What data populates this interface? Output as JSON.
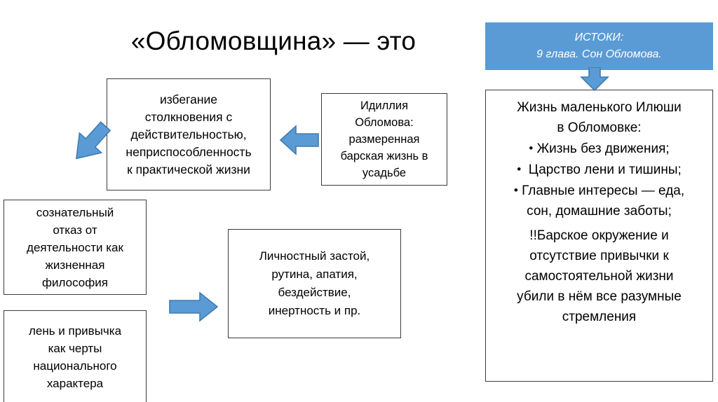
{
  "title": "«Обломовщина» — это",
  "colors": {
    "accent_blue": "#5B9BD5",
    "arrow_stroke": "#3E7CB1",
    "box_border": "#3b3b3b",
    "text": "#000000",
    "banner_text": "#ffffff"
  },
  "left_column": {
    "avoidance": "избегание\nстолкновения с\nдействительностью,\nнеприспособленность\nк практической жизни",
    "refusal": "сознательный\nотказ от\nдеятельности как\nжизненная\nфилософия",
    "laziness": "лень и привычка\nкак черты\nнационального\nхарактера"
  },
  "middle_column": {
    "idyll": "Идиллия\nОбломова:\nразмеренная\nбарская жизнь в\nусадьбе",
    "stagnation": "Личностный застой,\nрутина, апатия,\nбездействие,\nинертность и пр."
  },
  "right_column": {
    "banner": "ИСТОКИ:\n9 глава. Сон Обломова.",
    "heading": "Жизнь маленького Илюши\nв Обломовке:",
    "bullets": [
      "Жизнь без движения;",
      "Царство лени и тишины;",
      "Главные интересы — еда,\nсон, домашние заботы;"
    ],
    "bullet_glyph": "•",
    "conclusion": "!!Барское окружение и\nотсутствие привычки к\nсамостоятельной жизни\nубили в нём все разумные\nстремления"
  },
  "arrows": {
    "down_left": "arrow-diagonal-down-left-icon",
    "left_middle": "arrow-left-icon",
    "right_lower": "arrow-right-icon",
    "down_banner": "arrow-down-icon",
    "down_inner": "arrow-down-icon"
  }
}
